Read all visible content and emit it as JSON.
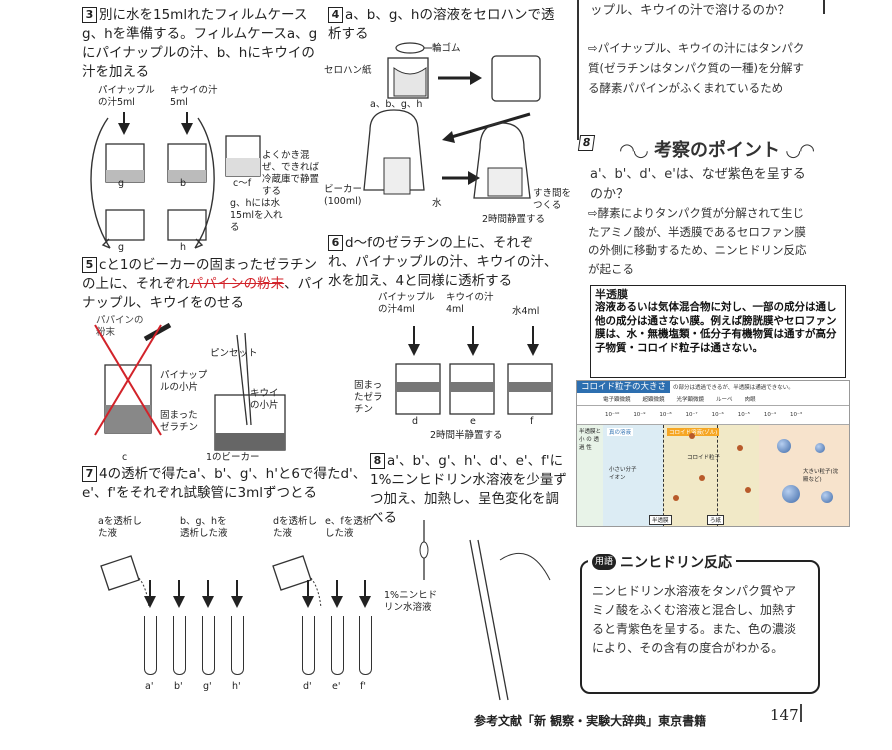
{
  "steps": {
    "s3": {
      "num": "3",
      "text": "別に水を15mlれたフィルムケースg、hを準備する。フィルムケースa、gにパイナップルの汁、b、hにキウイの汁を加える"
    },
    "s3_labels": {
      "pine_juice": "パイナップルの汁5ml",
      "kiwi_juice": "キウイの汁5ml",
      "note": "よくかき混ぜ、できれば冷蔵庫で静置する",
      "gh_note": "g、hには水15mlを入れる",
      "tube_labels": [
        "g",
        "b",
        "c〜f",
        "g",
        "h"
      ]
    },
    "s4": {
      "num": "4",
      "text": "a、b、g、hの溶液をセロハンで透析する"
    },
    "s4_labels": {
      "rubber": "輪ゴム",
      "cellophane": "セロハン紙",
      "abgh": "a、b、g、h",
      "beaker": "ビーカー(100ml)",
      "water": "水",
      "gap": "すき間をつくる",
      "rest": "2時間静置する"
    },
    "s5": {
      "num": "5",
      "text_pre": "cと1のビーカーの固まったゼラチンの上に、それぞれ",
      "text_strike": "パパインの粉末",
      "text_post": "、パイナップル、キウイをのせる"
    },
    "s5_labels": {
      "papain": "パパインの粉末",
      "tweezers": "ピンセット",
      "pine_piece": "パイナップルの小片",
      "gel": "固まったゼラチン",
      "kiwi_piece": "キウイの小片",
      "beaker1": "1のビーカー",
      "c": "c"
    },
    "s6": {
      "num": "6",
      "text": "d〜fのゼラチンの上に、それぞれ、パイナップルの汁、キウイの汁、水を加え、4と同様に透析する"
    },
    "s6_labels": {
      "pine": "パイナップルの汁4ml",
      "kiwi": "キウイの汁4ml",
      "water": "水4ml",
      "gel": "固まったゼラチン",
      "cups": [
        "d",
        "e",
        "f"
      ],
      "rest": "2時間半静置する"
    },
    "s7": {
      "num": "7",
      "text": "4の透析で得たa'、b'、g'、h'と6で得たd'、e'、f'をそれぞれ試験管に3mlずつとる"
    },
    "s7_labels": {
      "a_out": "aを透析した液",
      "bgh_out": "b、g、hを透析した液",
      "d_out": "dを透析した液",
      "ef_out": "e、fを透析した液",
      "tubes": [
        "a'",
        "b'",
        "g'",
        "h'",
        "d'",
        "e'",
        "f'"
      ]
    },
    "s8": {
      "num": "8",
      "text": "a'、b'、g'、h'、d'、e'、f'に1%ニンヒドリン水溶液を少量ずつ加え、加熱し、呈色変化を調べる"
    },
    "s8_labels": {
      "ninhydrin": "1%ニンヒドリン水溶液"
    }
  },
  "right": {
    "q_top": "ップル、キウイの汁で溶けるのか？",
    "a_top": "⇨パイナップル、キウイの汁にはタンパク質(ゼラチンはタンパク質の一種)を分解する酵素パパインがふくまれているため",
    "point_num": "8",
    "point_title": "考察のポイント",
    "q2": "a'、b'、d'、e'は、なぜ紫色を呈するのか？",
    "a2": "⇨酵素によりタンパク質が分解されて生じたアミノ酸が、半透膜であるセロファン膜の外側に移動するため、ニンヒドリン反応が起こる"
  },
  "membrane": {
    "title": "半透膜",
    "body": "溶液あるいは気体混合物に対し、一部の成分は通し他の成分は通さない膜。例えば膀胱膜やセロファン膜は、水・無機塩類・低分子有機物質は通すが高分子物質・コロイド粒子は通さない。"
  },
  "colloid": {
    "title": "コロイド粒子の大きさ",
    "subtitle": "の部分は透過できるが、半透膜は通過できない。",
    "row1": [
      "電子顕微鏡",
      "超顕微鏡",
      "光学顕微鏡",
      "ルーペ",
      "肉眼"
    ],
    "row2": [
      "10⁻¹⁰",
      "10⁻⁹",
      "10⁻⁸",
      "10⁻⁷",
      "10⁻⁶",
      "10⁻⁵",
      "10⁻⁴",
      "10⁻³"
    ],
    "zones": [
      "真の溶液",
      "コロイド溶液(ゾル)"
    ],
    "labels": [
      "小さい分子",
      "イオン",
      "コロイド粒子",
      "大きい粒子(沈殿など)"
    ],
    "footer": [
      "半透膜",
      "ろ紙"
    ],
    "side": "半透膜と 小 の 透過 性",
    "colors": {
      "header": "#2d6fb0",
      "left": "#dcecf4",
      "mid": "#f1e9c7",
      "right": "#f7e3cc",
      "ball": "#5b86b8",
      "dot": "#b85a2a"
    }
  },
  "ninhydrin": {
    "tag": "用語",
    "title": "ニンヒドリン反応",
    "body": "ニンヒドリン水溶液をタンパク質やアミノ酸をふくむ溶液と混合し、加熱すると青紫色を呈する。また、色の濃淡により、その含有の度合がわかる。"
  },
  "footer": {
    "ref": "参考文献「新 観察・実験大辞典」東京書籍",
    "page": "147"
  }
}
